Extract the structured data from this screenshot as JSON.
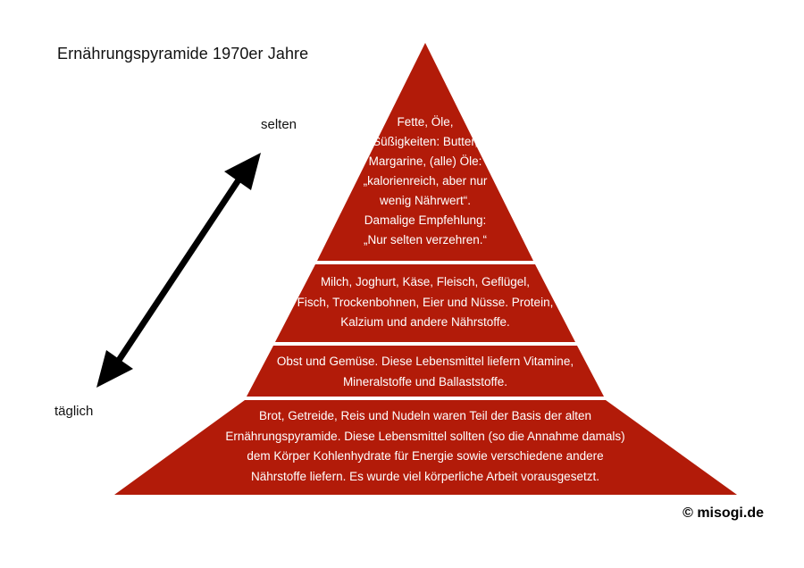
{
  "title": "Ernährungspyramide 1970er Jahre",
  "colors": {
    "pyramid_fill": "#B21B09",
    "background": "#FFFFFF",
    "tier_text": "#FFFFFF",
    "arrow": "#000000",
    "title_text": "#111111"
  },
  "axis": {
    "top_label": "selten",
    "bottom_label": "täglich"
  },
  "arrow": {
    "name": "frequency-double-arrow",
    "from": "täglich",
    "to": "selten"
  },
  "credit": "© misogi.de",
  "chart_data": {
    "type": "pyramid",
    "title": "Ernährungspyramide 1970er Jahre",
    "xlabel": "",
    "ylabel": "",
    "legend_position": "none",
    "grid": false,
    "axis_annotation": {
      "top": "selten",
      "bottom": "täglich"
    },
    "tiers": [
      {
        "level": 1,
        "position": "top",
        "frequency": "selten",
        "text": "Fette, Öle,\nSüßigkeiten: Butter,\nMargarine, (alle) Öle:\n„kalorienreich, aber nur\nwenig Nährwert“.\nDamalige Empfehlung:\n„Nur selten verzehren.“",
        "color": "#B21B09"
      },
      {
        "level": 2,
        "position": "upper-middle",
        "text": "Milch, Joghurt, Käse, Fleisch, Geflügel,\nFisch, Trockenbohnen, Eier und Nüsse. Protein,\nKalzium und andere Nährstoffe.",
        "color": "#B21B09"
      },
      {
        "level": 3,
        "position": "lower-middle",
        "text": "Obst und Gemüse. Diese Lebensmittel liefern Vitamine,\nMineralstoffe und Ballaststoffe.",
        "color": "#B21B09"
      },
      {
        "level": 4,
        "position": "base",
        "frequency": "täglich",
        "text": "Brot, Getreide, Reis und Nudeln waren Teil der Basis der alten\nErnährungspyramide. Diese Lebensmittel sollten (so die Annahme damals)\ndem Körper Kohlenhydrate für Energie sowie verschiedene andere\nNährstoffe liefern. Es wurde viel körperliche Arbeit vorausgesetzt.",
        "color": "#B21B09"
      }
    ]
  }
}
